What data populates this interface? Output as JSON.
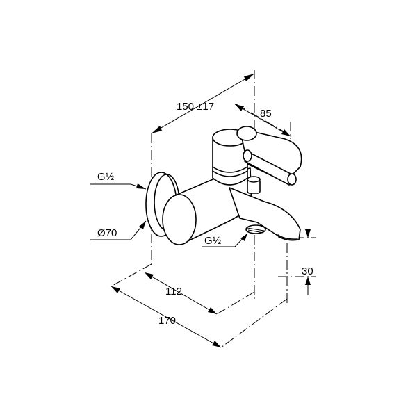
{
  "dimensions": {
    "width_projection": "150 ±17",
    "handle_offset": "85",
    "inlet_thread": "G½",
    "rosette_diameter": "Ø70",
    "outlet_thread": "G½",
    "spout_height": "30",
    "spout_offset": "112",
    "total_depth": "170"
  }
}
